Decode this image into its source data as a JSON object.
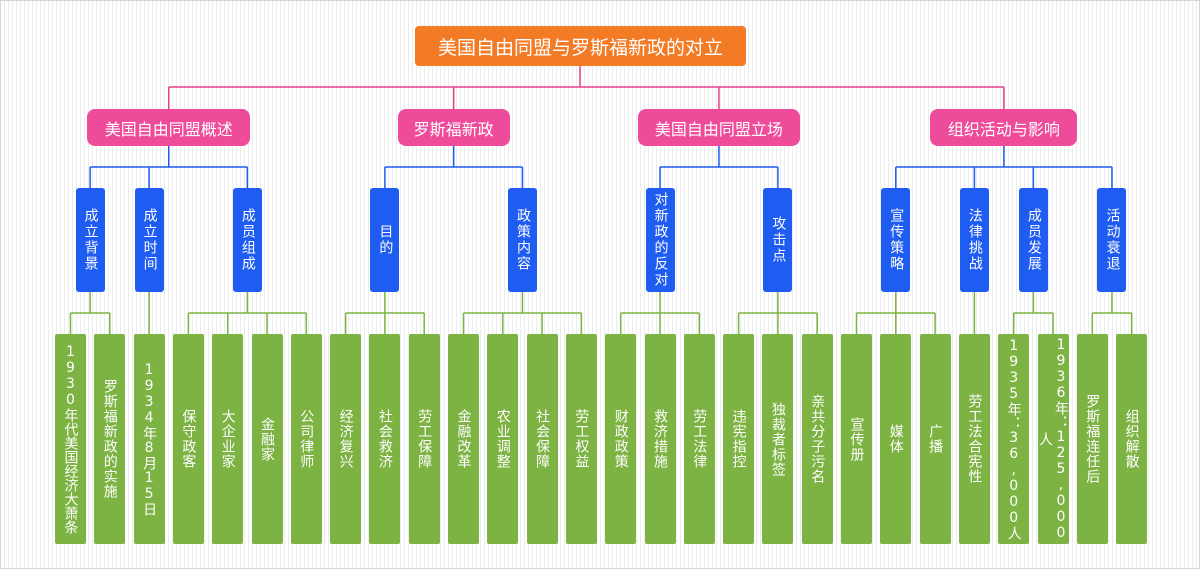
{
  "title": "美国自由同盟与罗斯福新政的对立",
  "colors": {
    "root": "#f47b25",
    "branch": "#ee4c9b",
    "sub": "#1f5cf2",
    "leaf": "#7cb342",
    "line_root": "#e83e8c",
    "line_branch": "#1f5cf2",
    "line_leaf": "#7cb342"
  },
  "branches": [
    {
      "label": "美国自由同盟概述",
      "children": [
        {
          "label": "成立背景",
          "leaves": [
            "1930年代美国经济大萧条",
            "罗斯福新政的实施"
          ]
        },
        {
          "label": "成立时间",
          "leaves": [
            "1934年8月15日"
          ]
        },
        {
          "label": "成员组成",
          "leaves": [
            "保守政客",
            "大企业家",
            "金融家",
            "公司律师"
          ]
        }
      ]
    },
    {
      "label": "罗斯福新政",
      "children": [
        {
          "label": "目的",
          "leaves": [
            "经济复兴",
            "社会救济",
            "劳工保障"
          ]
        },
        {
          "label": "政策内容",
          "leaves": [
            "金融改革",
            "农业调整",
            "社会保障",
            "劳工权益"
          ]
        }
      ]
    },
    {
      "label": "美国自由同盟立场",
      "children": [
        {
          "label": "对新政的反对",
          "leaves": [
            "财政政策",
            "救济措施",
            "劳工法律"
          ]
        },
        {
          "label": "攻击点",
          "leaves": [
            "违宪指控",
            "独裁者标签",
            "亲共分子污名"
          ]
        }
      ]
    },
    {
      "label": "组织活动与影响",
      "children": [
        {
          "label": "宣传策略",
          "leaves": [
            "宣传册",
            "媒体",
            "广播"
          ]
        },
        {
          "label": "法律挑战",
          "leaves": [
            "劳工法合宪性"
          ]
        },
        {
          "label": "成员发展",
          "leaves": [
            "1935年：36,000人",
            "1936年：125,000人"
          ]
        },
        {
          "label": "活动衰退",
          "leaves": [
            "罗斯福连任后",
            "组织解散"
          ]
        }
      ]
    }
  ]
}
